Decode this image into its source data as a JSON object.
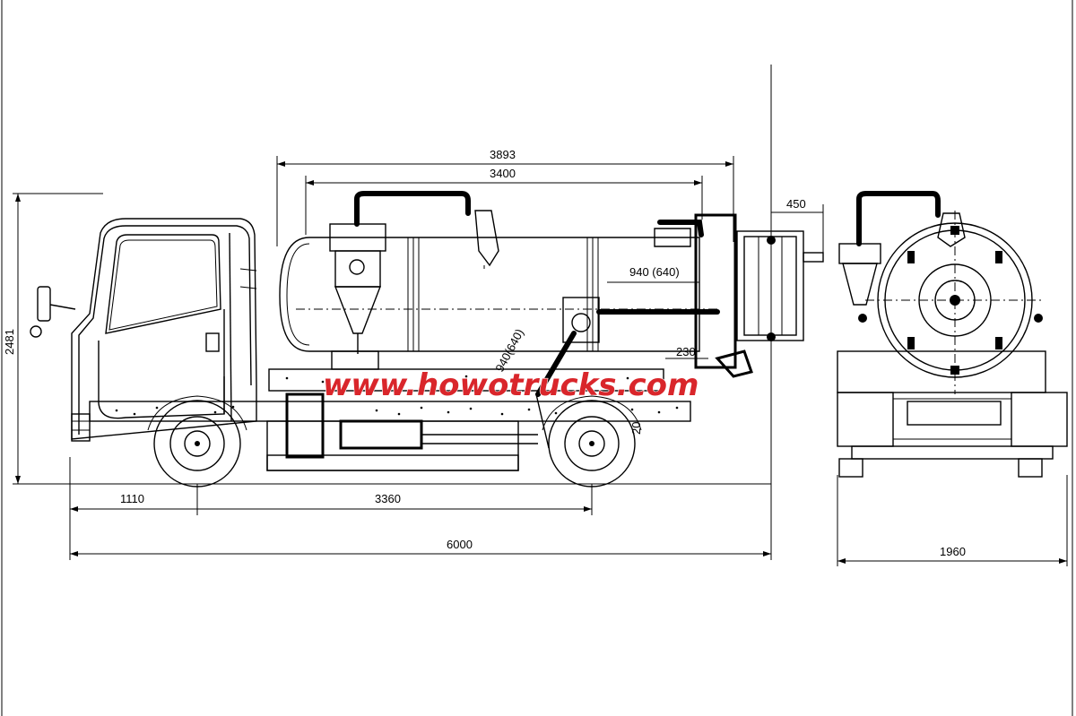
{
  "dimensions": {
    "tank_overall": "3893",
    "tank_body": "3400",
    "rear_overhang_valve": "450",
    "overall_height": "2481",
    "hose_length_upper": "940 (640)",
    "hose_length_diagonal": "940(640)",
    "valve_offset": "230",
    "front_overhang": "1110",
    "wheelbase": "3360",
    "overall_length": "6000",
    "overall_width": "1960",
    "small_rear_label": "20"
  },
  "watermark": {
    "text": "www.howotrucks.com",
    "color": "#d9262b"
  }
}
